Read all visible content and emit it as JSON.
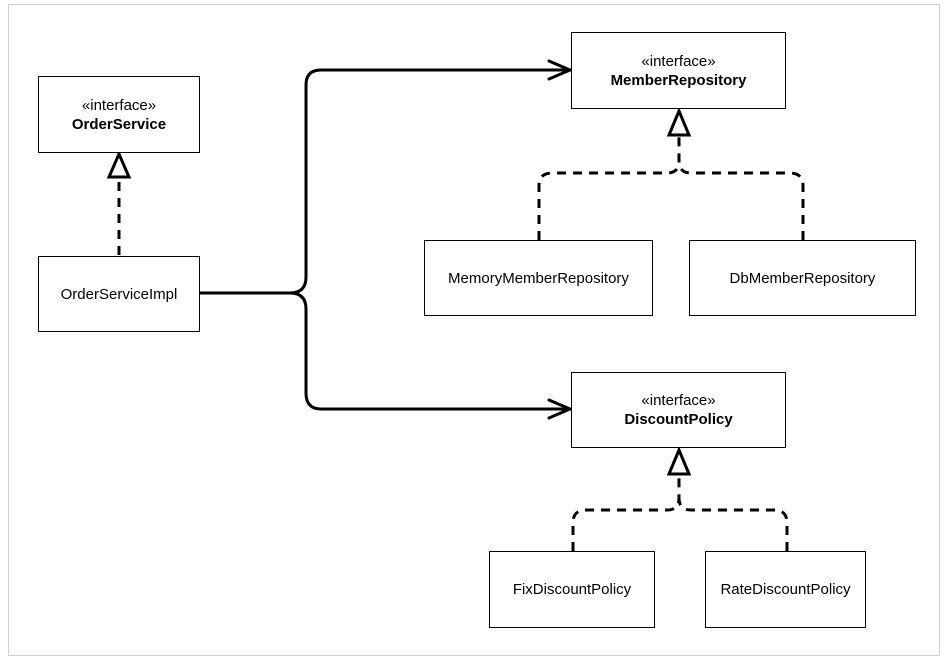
{
  "colors": {
    "line": "#000000",
    "border": "#cfcfcf",
    "background": "#ffffff"
  },
  "nodes": {
    "order_service": {
      "stereotype": "«interface»",
      "name": "OrderService"
    },
    "order_service_impl": {
      "name": "OrderServiceImpl"
    },
    "member_repository": {
      "stereotype": "«interface»",
      "name": "MemberRepository"
    },
    "memory_member_repository": {
      "name": "MemoryMemberRepository"
    },
    "db_member_repository": {
      "name": "DbMemberRepository"
    },
    "discount_policy": {
      "stereotype": "«interface»",
      "name": "DiscountPolicy"
    },
    "fix_discount_policy": {
      "name": "FixDiscountPolicy"
    },
    "rate_discount_policy": {
      "name": "RateDiscountPolicy"
    }
  },
  "edges": [
    {
      "from": "OrderServiceImpl",
      "to": "OrderService",
      "kind": "realization"
    },
    {
      "from": "OrderServiceImpl",
      "to": "MemberRepository",
      "kind": "association"
    },
    {
      "from": "OrderServiceImpl",
      "to": "DiscountPolicy",
      "kind": "association"
    },
    {
      "from": "MemoryMemberRepository",
      "to": "MemberRepository",
      "kind": "realization"
    },
    {
      "from": "DbMemberRepository",
      "to": "MemberRepository",
      "kind": "realization"
    },
    {
      "from": "FixDiscountPolicy",
      "to": "DiscountPolicy",
      "kind": "realization"
    },
    {
      "from": "RateDiscountPolicy",
      "to": "DiscountPolicy",
      "kind": "realization"
    }
  ]
}
